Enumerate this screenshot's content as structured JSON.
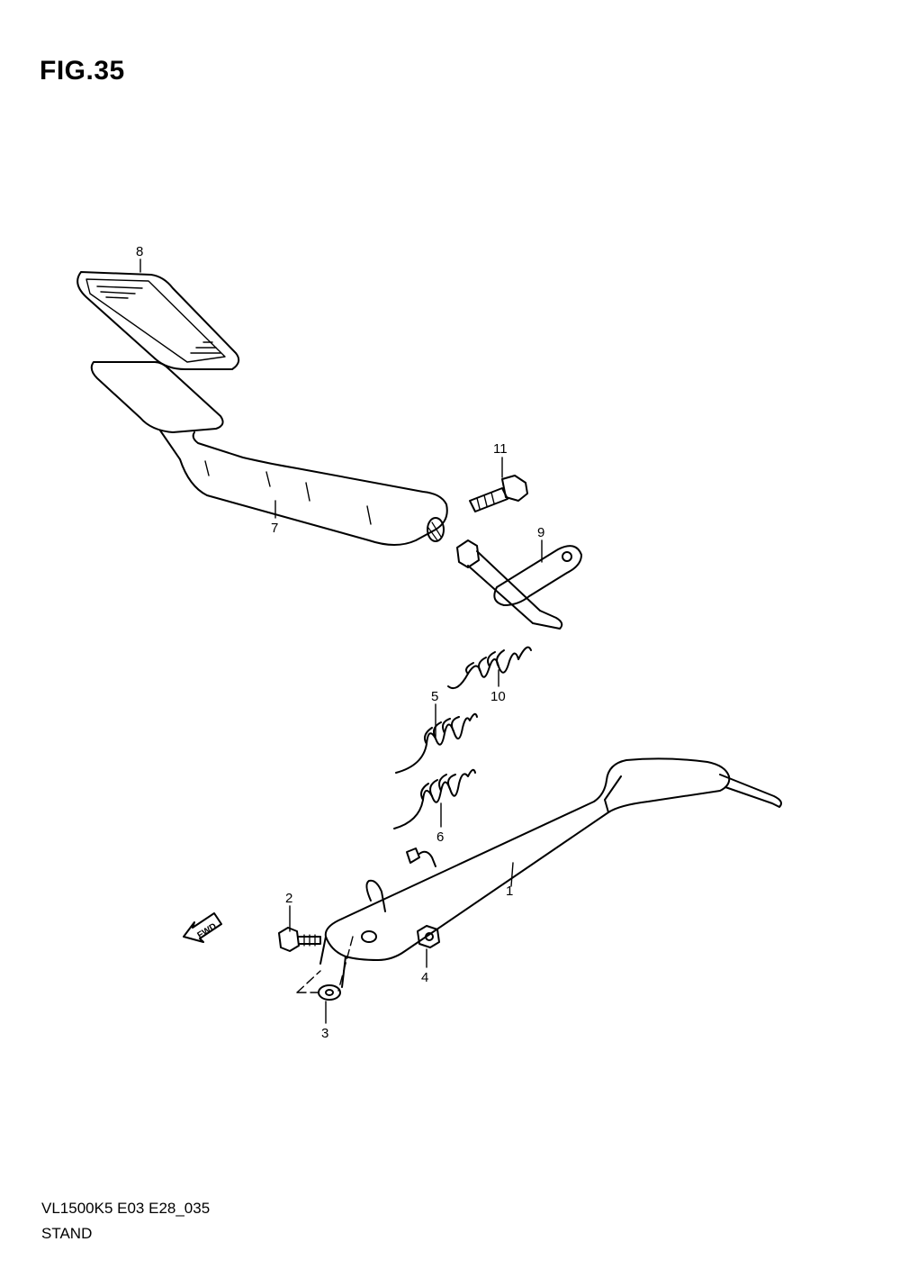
{
  "figure": {
    "title": "FIG.35",
    "model_code": "VL1500K5 E03 E28_035",
    "section_name": "STAND"
  },
  "fwd_label": "FWD",
  "callouts": [
    "1",
    "2",
    "3",
    "4",
    "5",
    "6",
    "7",
    "8",
    "9",
    "10",
    "11"
  ]
}
